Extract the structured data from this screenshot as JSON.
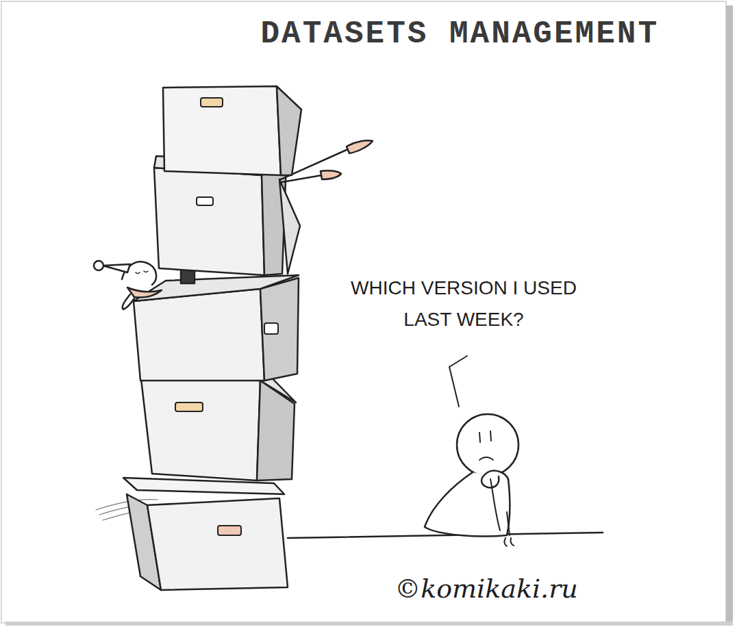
{
  "diagram": {
    "title": "DATASETS MANAGEMENT",
    "labels": [
      "WHICH VERSION I USED LAST WEEK?",
      "©komikaki.ru"
    ]
  }
}
